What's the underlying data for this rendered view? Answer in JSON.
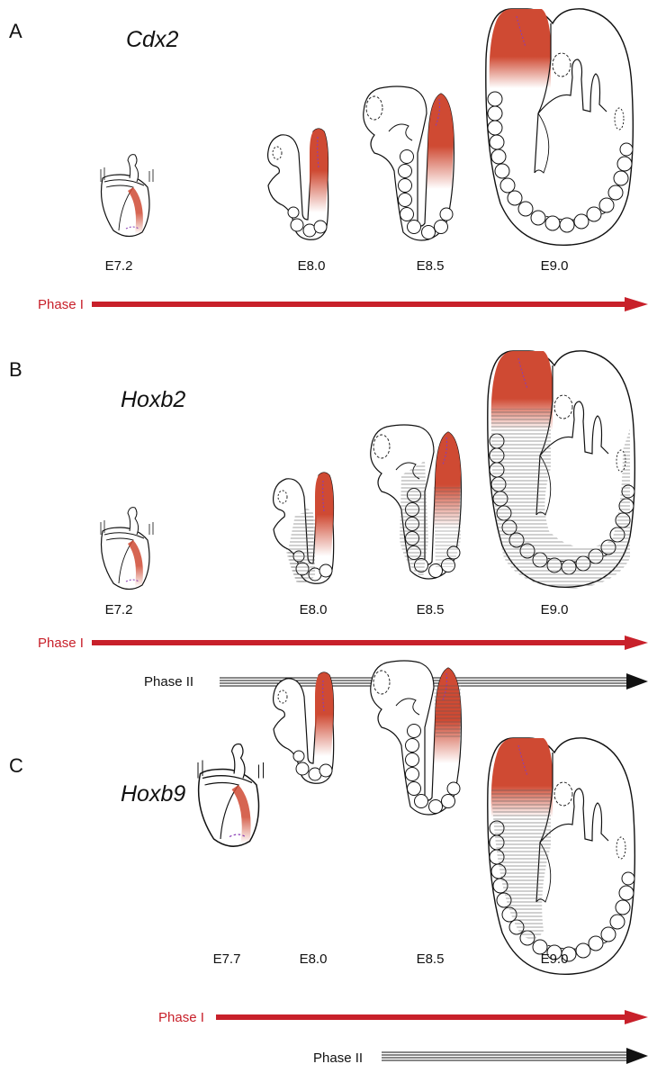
{
  "colors": {
    "expression": "#cf4a33",
    "phase_one": "#c8202a",
    "phase_two": "#111111",
    "outline": "#111111",
    "node_line": "#8a3db5"
  },
  "panels": [
    {
      "letter": "A",
      "gene": "Cdx2",
      "stages": [
        "E7.2",
        "E8.0",
        "E8.5",
        "E9.0"
      ],
      "phase_one_label": "Phase I"
    },
    {
      "letter": "B",
      "gene": "Hoxb2",
      "stages": [
        "E7.2",
        "E8.0",
        "E8.5",
        "E9.0"
      ],
      "phase_one_label": "Phase I",
      "phase_two_label": "Phase II"
    },
    {
      "letter": "C",
      "gene": "Hoxb9",
      "stages": [
        "E7.7",
        "E8.0",
        "E8.5",
        "E9.0"
      ],
      "phase_one_label": "Phase I",
      "phase_two_label": "Phase II"
    }
  ]
}
